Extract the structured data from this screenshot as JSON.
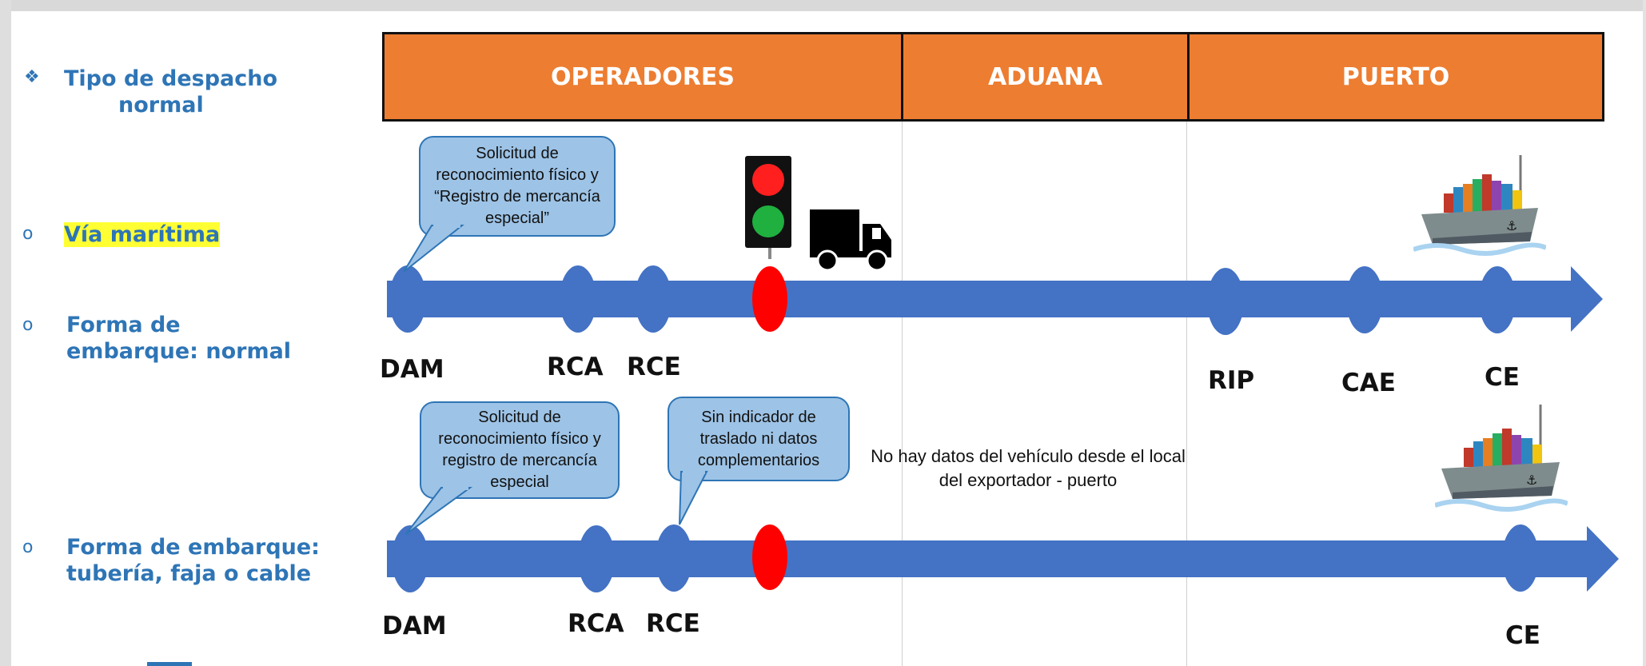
{
  "left_panel": {
    "title_line1": "Tipo de despacho",
    "title_line2": "normal",
    "via": "Vía marítima",
    "forma1_line1": "Forma de",
    "forma1_line2": "embarque: normal",
    "forma2_line1": "Forma de embarque:",
    "forma2_line2": "tubería, faja o cable",
    "bullet_diamond": "❖",
    "bullet_circle": "o"
  },
  "header": {
    "operadores": "OPERADORES",
    "aduana": "ADUANA",
    "puerto": "PUERTO"
  },
  "timeline1": {
    "bubble": "Solicitud de reconocimiento físico y “Registro de mercancía especial”",
    "labels": {
      "dam": "DAM",
      "rca": "RCA",
      "rce": "RCE",
      "rip": "RIP",
      "cae": "CAE",
      "ce": "CE"
    }
  },
  "timeline2": {
    "bubble1": "Solicitud de reconocimiento físico y registro de mercancía especial",
    "bubble2": "Sin indicador de traslado ni datos complementarios",
    "note_line1": "No hay datos del vehículo desde el local",
    "note_line2": "del exportador - puerto",
    "labels": {
      "dam": "DAM",
      "rca": "RCA",
      "rce": "RCE",
      "ce": "CE"
    }
  },
  "colors": {
    "header_orange": "#ed7d31",
    "timeline_blue": "#4472c4",
    "bubble_blue": "#9dc3e6",
    "label_blue": "#2e75b6",
    "signal_red": "#ff0000",
    "signal_green": "#00b050",
    "highlight_yellow": "#ffff33"
  },
  "icons": {
    "traffic_light": "traffic-light-icon",
    "truck": "truck-icon",
    "ship": "cargo-ship-icon"
  }
}
